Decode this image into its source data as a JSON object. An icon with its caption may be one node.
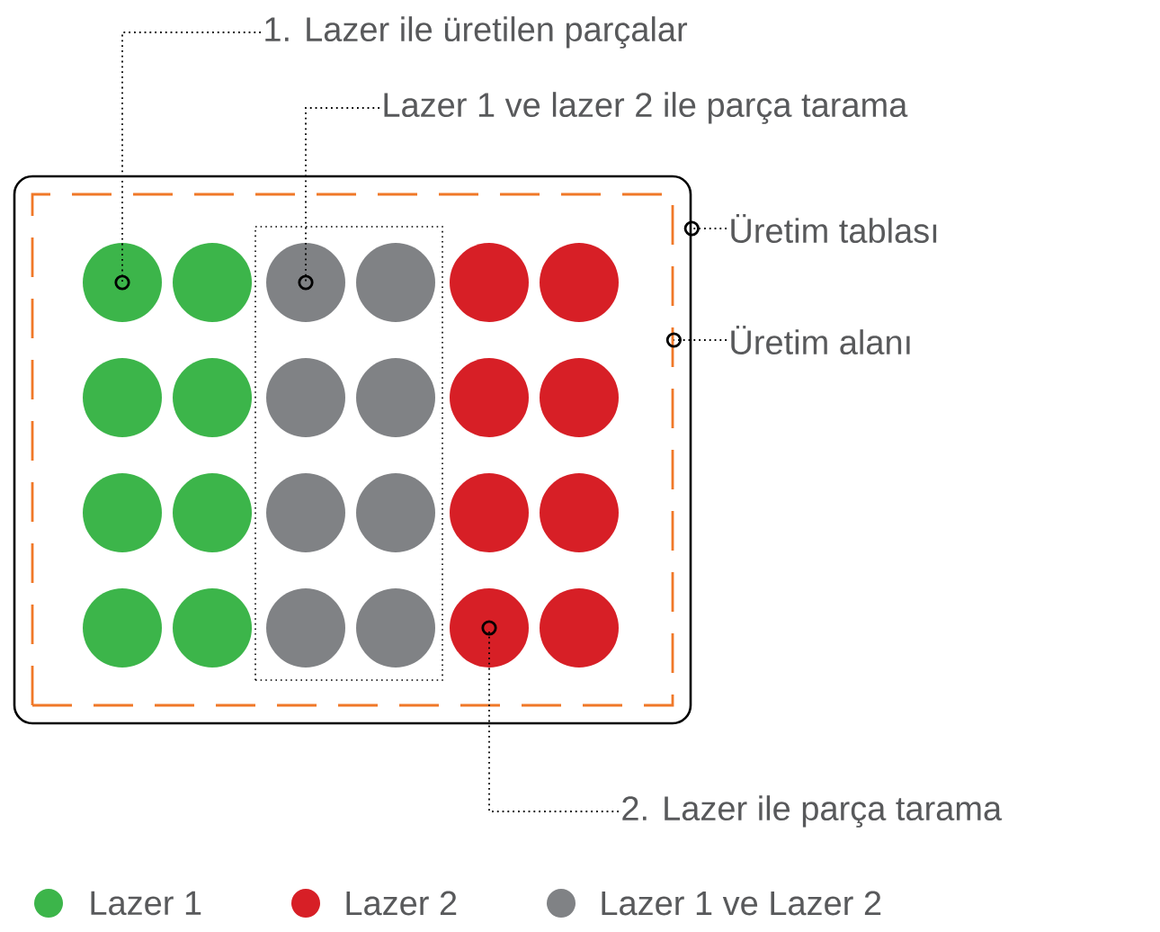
{
  "diagram": {
    "nodes": [
      {
        "text": [
          "1. Lazer ile üretilen parçalar"
        ]
      },
      {
        "text": [
          "Lazer 1 ve lazer 2 ile parça tarama"
        ]
      },
      {
        "text": [],
        "shape": "box"
      },
      {
        "text": [],
        "shape": "box",
        "in": 2
      },
      {
        "text": [],
        "shape": "box",
        "in": 3
      },
      {
        "text": [],
        "shape": "circle",
        "in": 3
      },
      {
        "text": [],
        "shape": "circle",
        "in": 3
      },
      {
        "text": [],
        "shape": "circle",
        "in": 4
      },
      {
        "text": [],
        "shape": "circle",
        "in": 4
      },
      {
        "text": [],
        "shape": "circle",
        "in": 3
      },
      {
        "text": [],
        "shape": "circle",
        "in": 3
      },
      {
        "text": [],
        "shape": "circle",
        "in": 3
      },
      {
        "text": [],
        "shape": "circle",
        "in": 3
      },
      {
        "text": [],
        "shape": "circle",
        "in": 4
      },
      {
        "text": [],
        "shape": "circle",
        "in": 4
      },
      {
        "text": [],
        "shape": "circle",
        "in": 3
      },
      {
        "text": [],
        "shape": "circle",
        "in": 3
      },
      {
        "text": [],
        "shape": "circle",
        "in": 3
      },
      {
        "text": [],
        "shape": "circle",
        "in": 3
      },
      {
        "text": [],
        "shape": "circle",
        "in": 4
      },
      {
        "text": [],
        "shape": "circle",
        "in": 4
      },
      {
        "text": [],
        "shape": "circle",
        "in": 3
      },
      {
        "text": [],
        "shape": "circle",
        "in": 3
      },
      {
        "text": [],
        "shape": "circle",
        "in": 3
      },
      {
        "text": [],
        "shape": "circle",
        "in": 3
      },
      {
        "text": [],
        "shape": "circle",
        "in": 4
      },
      {
        "text": [],
        "shape": "circle",
        "in": 4
      },
      {
        "text": [],
        "shape": "circle",
        "in": 3
      },
      {
        "text": [],
        "shape": "circle",
        "in": 3
      },
      {
        "text": [
          "Üretim tablası"
        ]
      },
      {
        "text": [
          "Üretim alanı"
        ]
      },
      {
        "text": [
          "2. Lazer ile parça tarama"
        ]
      }
    ],
    "edges": [
      {
        "from": 0,
        "to": 5,
        "arrow": "other"
      },
      {
        "from": 1,
        "to": 7,
        "arrow": "other"
      },
      {
        "from": 29,
        "to": 2,
        "arrow": "other"
      },
      {
        "from": 30,
        "to": 3,
        "arrow": "other"
      },
      {
        "from": 31,
        "to": 27,
        "arrow": "other"
      }
    ],
    "legend": [
      {
        "text": "Lazer 1",
        "color": "#3cb54a"
      },
      {
        "text": "Lazer 2",
        "color": "#d71f26"
      },
      {
        "text": "Lazer 1 ve Lazer 2",
        "color": "#808285"
      }
    ]
  }
}
